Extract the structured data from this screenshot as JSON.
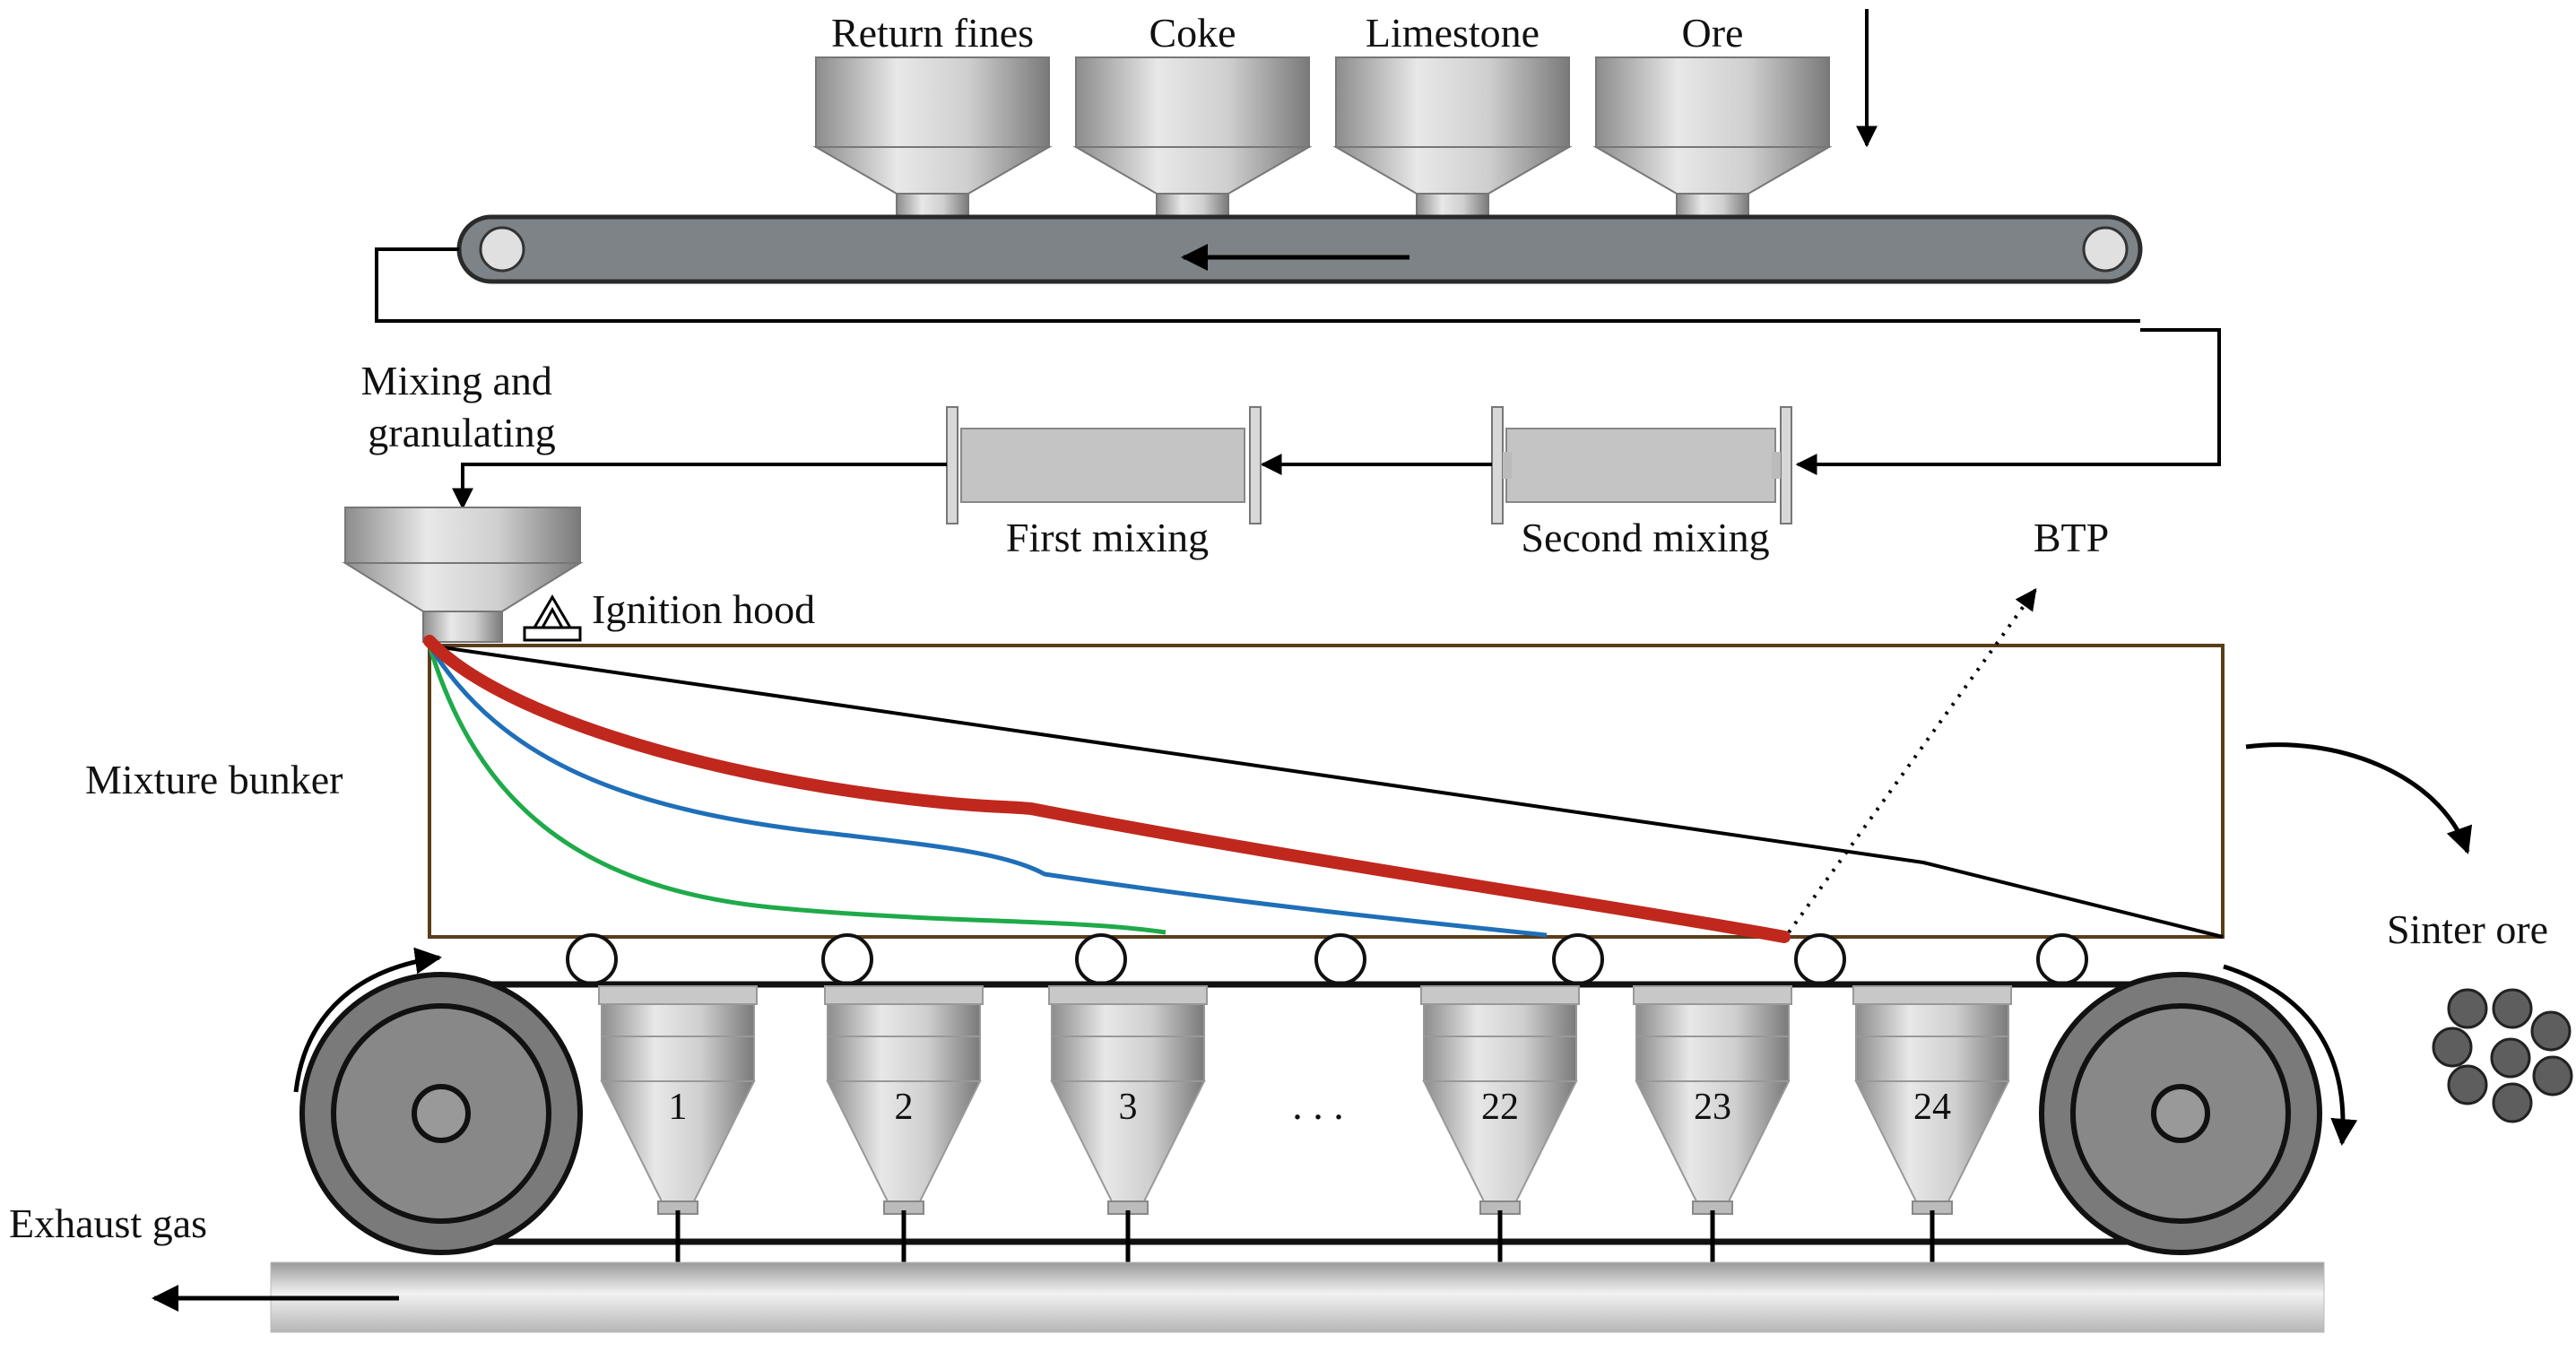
{
  "hoppers": [
    {
      "label": "Return fines"
    },
    {
      "label": "Coke"
    },
    {
      "label": "Limestone"
    },
    {
      "label": "Ore"
    }
  ],
  "labels": {
    "mixing": "Mixing and\ngranulating",
    "first_mixing": "First mixing",
    "second_mixing": "Second mixing",
    "btp": "BTP",
    "ignition": "Ignition hood",
    "bunker": "Mixture bunker",
    "sinter": "Sinter ore",
    "exhaust": "Exhaust gas",
    "ellipsis": ". . ."
  },
  "wind_boxes": [
    "1",
    "2",
    "3",
    "22",
    "23",
    "24"
  ],
  "curve_colors": {
    "black": "#000000",
    "red": "#c0281e",
    "blue": "#1f6fb8",
    "green": "#1faa4a",
    "bed_border": "#5a3d1a"
  }
}
